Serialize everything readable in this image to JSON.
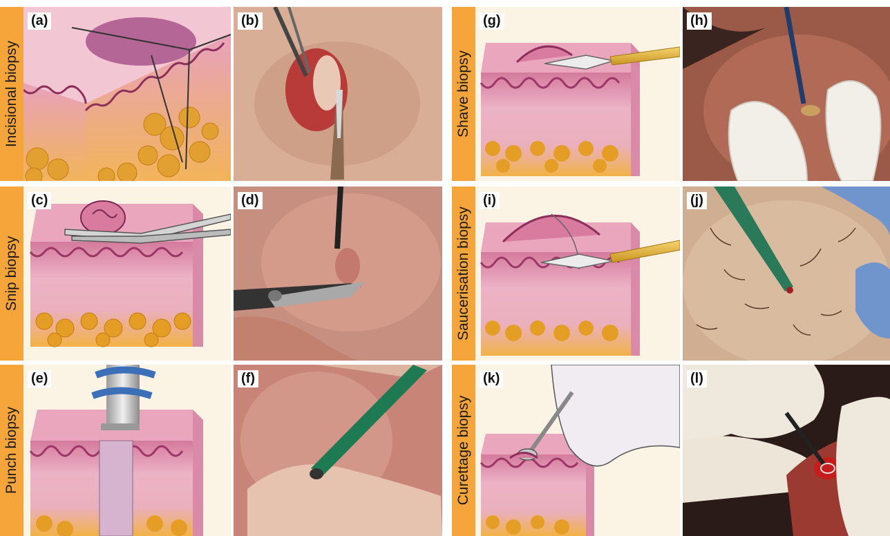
{
  "rows_left": [
    {
      "tab": "Incisional biopsy",
      "illus_label": "(a)",
      "photo_label": "(b)"
    },
    {
      "tab": "Snip biopsy",
      "illus_label": "(c)",
      "photo_label": "(d)"
    },
    {
      "tab": "Punch biopsy",
      "illus_label": "(e)",
      "photo_label": "(f)"
    }
  ],
  "rows_right": [
    {
      "tab": "Shave biopsy",
      "illus_label": "(g)",
      "photo_label": "(h)"
    },
    {
      "tab": "Saucerisation biopsy",
      "illus_label": "(i)",
      "photo_label": "(j)"
    },
    {
      "tab": "Curettage biopsy",
      "illus_label": "(k)",
      "photo_label": "(l)"
    }
  ],
  "colors": {
    "tab": "#f5a53a",
    "skin_top": "#e9a8c0",
    "epidermis": "#c96a8e",
    "dermis": "#e8b4c4",
    "fat": "#f0a830",
    "glove_white": "#f2efe8",
    "glove_blue": "#6f95cc"
  }
}
